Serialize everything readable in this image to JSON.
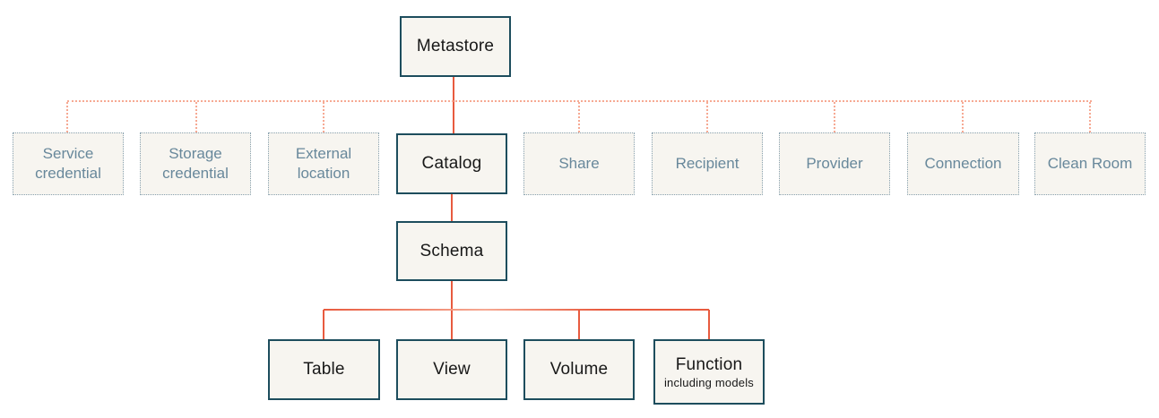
{
  "diagram": {
    "description": "Metastore object hierarchy diagram"
  },
  "nodes": {
    "metastore": {
      "label": "Metastore"
    },
    "service_credential": {
      "label": "Service credential"
    },
    "storage_credential": {
      "label": "Storage credential"
    },
    "external_location": {
      "label": "External location"
    },
    "catalog": {
      "label": "Catalog"
    },
    "share": {
      "label": "Share"
    },
    "recipient": {
      "label": "Recipient"
    },
    "provider": {
      "label": "Provider"
    },
    "connection": {
      "label": "Connection"
    },
    "clean_room": {
      "label": "Clean Room"
    },
    "schema": {
      "label": "Schema"
    },
    "table": {
      "label": "Table"
    },
    "view": {
      "label": "View"
    },
    "volume": {
      "label": "Volume"
    },
    "function": {
      "label": "Function",
      "sublabel": "including models"
    }
  },
  "colors": {
    "solid_border": "#1d4d5d",
    "solid_text": "#181818",
    "dotted_border": "#87a0ae",
    "dotted_text": "#68889b",
    "box_fill": "#f7f5f0",
    "line_solid": "#e85b3f",
    "line_dotted": "#f6a993",
    "background": "#ffffff"
  }
}
